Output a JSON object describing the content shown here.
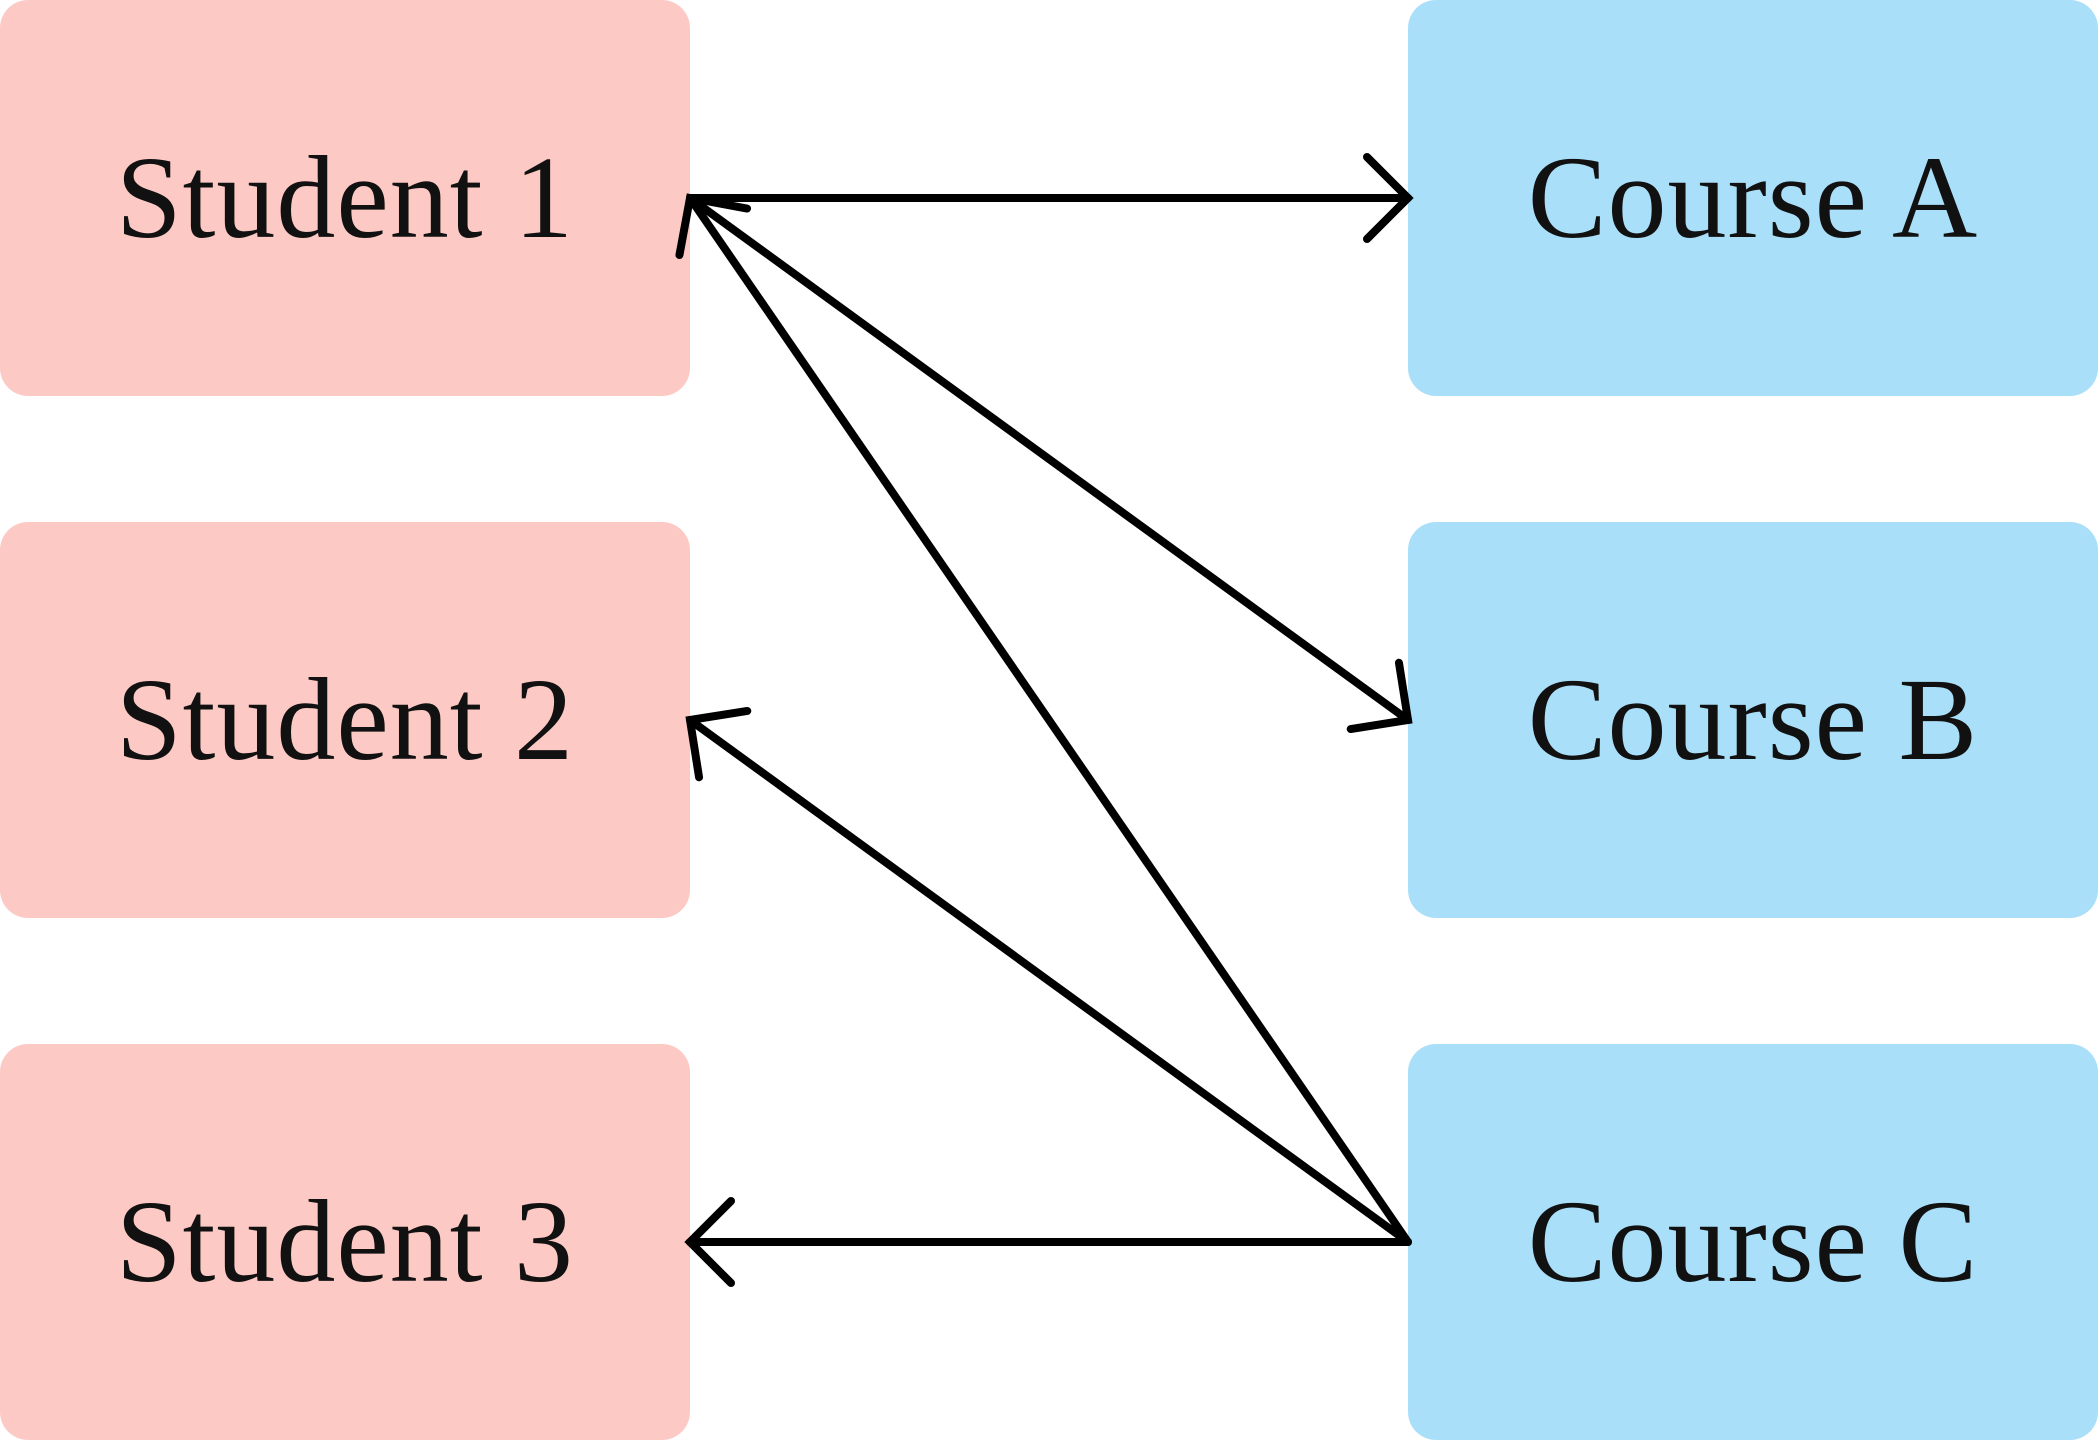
{
  "colors": {
    "student_fill": "#fdc9c4",
    "course_fill": "#aadff9",
    "edge": "#000000"
  },
  "students": [
    {
      "id": "s1",
      "label": "Student 1"
    },
    {
      "id": "s2",
      "label": "Student 2"
    },
    {
      "id": "s3",
      "label": "Student 3"
    }
  ],
  "courses": [
    {
      "id": "cA",
      "label": "Course A"
    },
    {
      "id": "cB",
      "label": "Course B"
    },
    {
      "id": "cC",
      "label": "Course C"
    }
  ],
  "edges": [
    {
      "from": "s1",
      "to": "cA"
    },
    {
      "from": "s1",
      "to": "cB"
    },
    {
      "from": "cC",
      "to": "s1"
    },
    {
      "from": "cC",
      "to": "s2"
    },
    {
      "from": "cC",
      "to": "s3"
    }
  ]
}
